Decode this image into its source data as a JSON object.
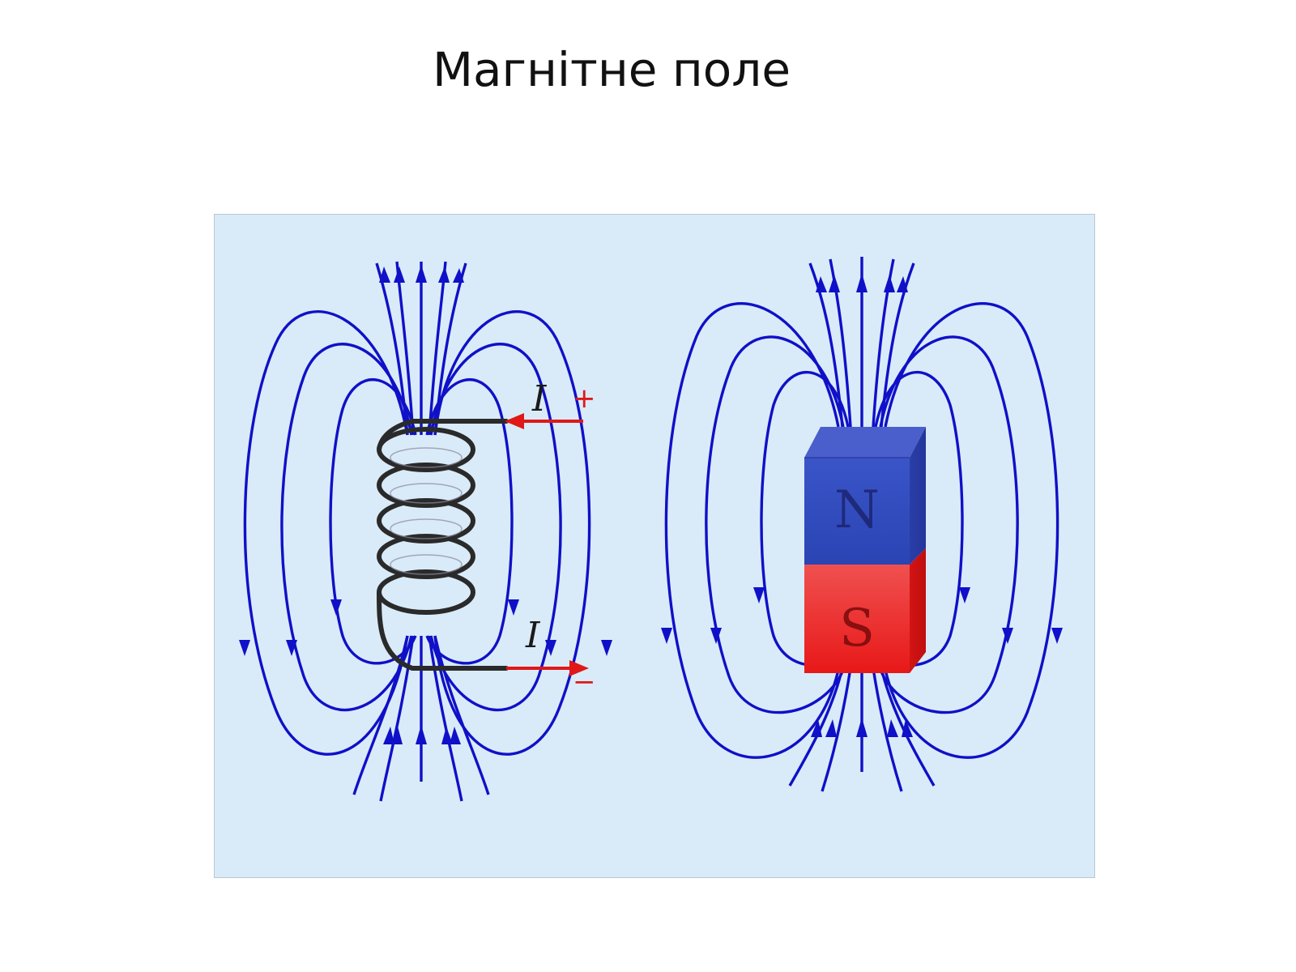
{
  "slide": {
    "title": "Магнітне поле"
  },
  "diagram": {
    "current_label": "I",
    "plus_sign": "+",
    "minus_sign": "−",
    "magnet_north": "N",
    "magnet_south": "S"
  },
  "colors": {
    "panel_background": "#d9ebf8",
    "field_lines": "#1010c8",
    "current_arrow": "#e01818",
    "coil_wire": "#2a2a2a",
    "magnet_north": "#2f4fc0",
    "magnet_south": "#e02020"
  },
  "icons": [
    "coil-solenoid",
    "bar-magnet",
    "current-arrow-in",
    "current-arrow-out"
  ]
}
